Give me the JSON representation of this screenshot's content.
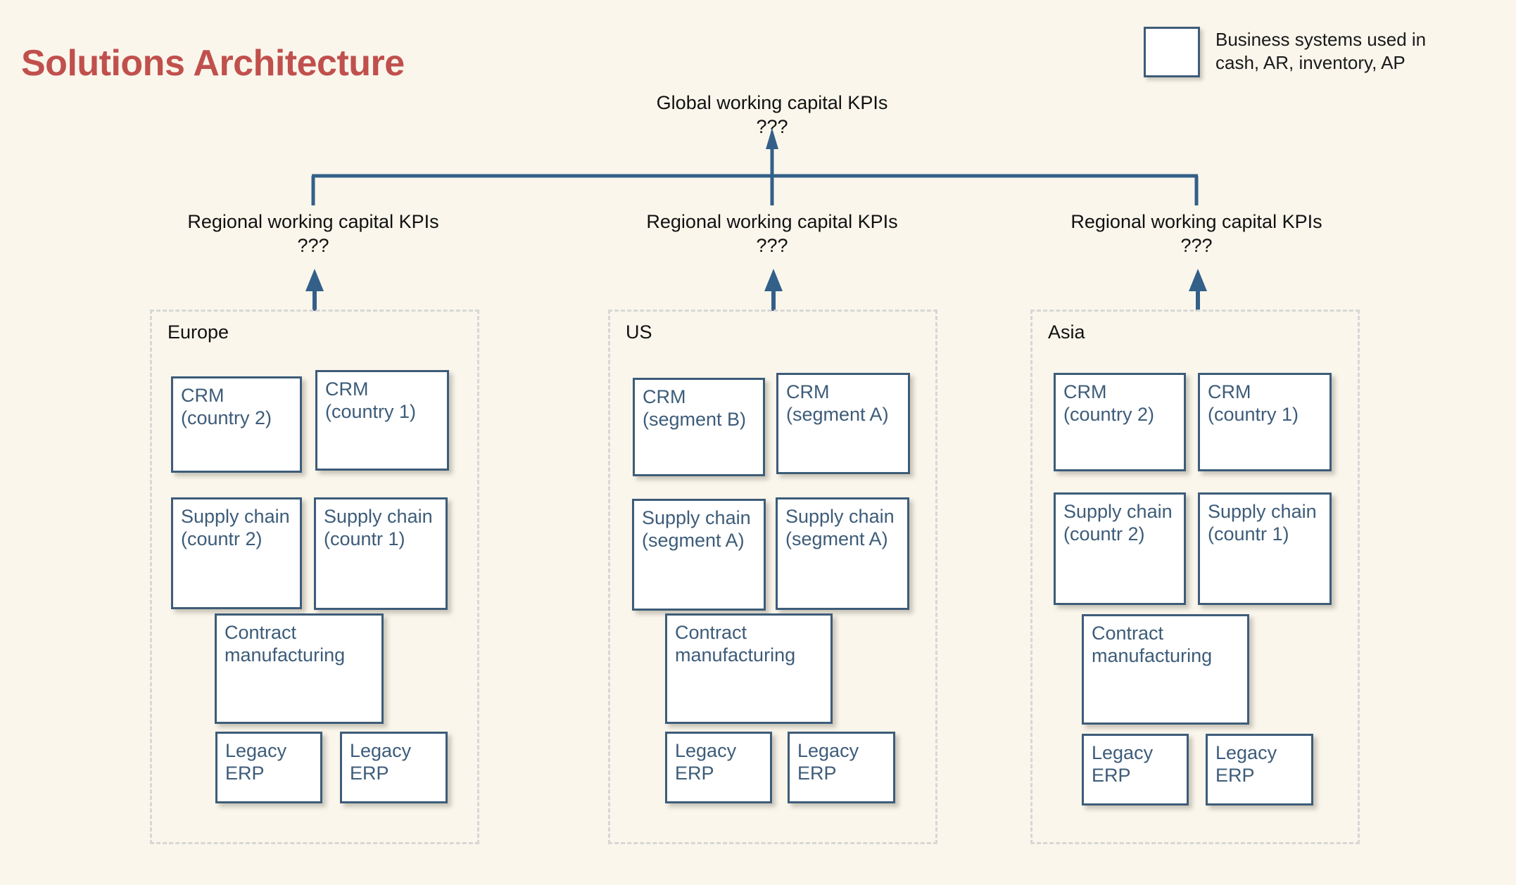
{
  "page": {
    "title": "Solutions Architecture",
    "background_color": "#faf6ec",
    "title_color": "#c0504d",
    "box_color": "#3d5c79",
    "dashed_border_color": "#d7d7d5",
    "connector_color": "#336089"
  },
  "legend": {
    "swatch_name": "white-box-swatch",
    "text": "Business systems used in cash, AR, inventory, AP"
  },
  "global_kpi": {
    "line1": "Global working capital KPIs",
    "line2": "???"
  },
  "regional_kpis": [
    {
      "line1": "Regional working capital KPIs",
      "line2": "???"
    },
    {
      "line1": "Regional working capital KPIs",
      "line2": "???"
    },
    {
      "line1": "Regional working capital KPIs",
      "line2": "???"
    }
  ],
  "regions": [
    {
      "name": "Europe",
      "systems": [
        {
          "label": "CRM\n(country 2)"
        },
        {
          "label": "CRM\n(country 1)"
        },
        {
          "label": "Supply chain\n(countr 2)"
        },
        {
          "label": "Supply chain\n(countr 1)"
        },
        {
          "label": "Contract\nmanufacturing"
        },
        {
          "label": "Legacy\nERP"
        },
        {
          "label": "Legacy\nERP"
        }
      ]
    },
    {
      "name": "US",
      "systems": [
        {
          "label": "CRM\n(segment B)"
        },
        {
          "label": "CRM\n(segment A)"
        },
        {
          "label": "Supply chain\n(segment A)"
        },
        {
          "label": "Supply chain\n(segment A)"
        },
        {
          "label": "Contract\nmanufacturing"
        },
        {
          "label": "Legacy\nERP"
        },
        {
          "label": "Legacy\nERP"
        }
      ]
    },
    {
      "name": "Asia",
      "systems": [
        {
          "label": "CRM\n(country 2)"
        },
        {
          "label": "CRM\n(country 1)"
        },
        {
          "label": "Supply chain\n(countr 2)"
        },
        {
          "label": "Supply chain\n(countr 1)"
        },
        {
          "label": "Contract\nmanufacturing"
        },
        {
          "label": "Legacy\nERP"
        },
        {
          "label": "Legacy\nERP"
        }
      ]
    }
  ]
}
